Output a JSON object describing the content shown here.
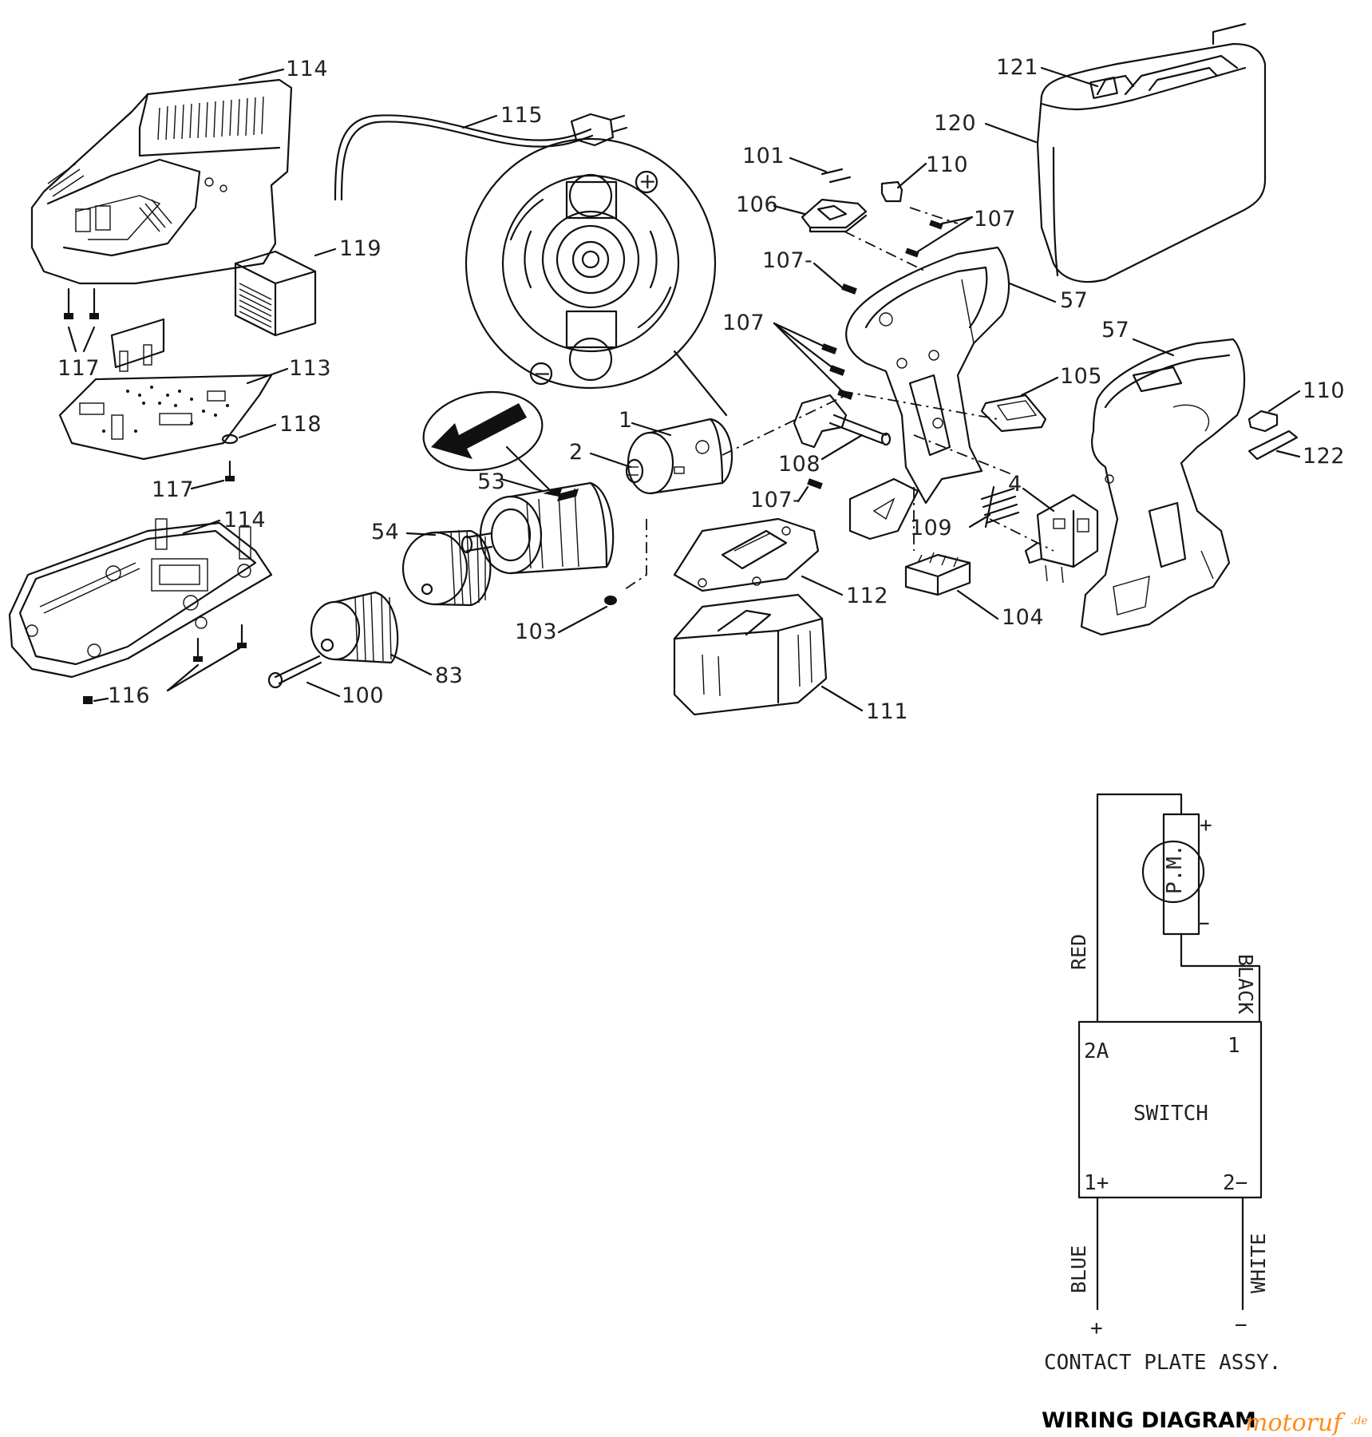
{
  "parts": {
    "p114a": "114",
    "p115": "115",
    "p119": "119",
    "p117a": "117",
    "p113": "113",
    "p118": "118",
    "p117b": "117",
    "p114b": "114",
    "p116": "116",
    "p100": "100",
    "p83": "83",
    "p54": "54",
    "p53": "53",
    "p103": "103",
    "p1": "1",
    "p2": "2",
    "p101": "101",
    "p106": "106",
    "p110a": "110",
    "p107a": "107",
    "p107b": "107-",
    "p107c": "107",
    "p57a": "57",
    "p57b": "57",
    "p105": "105",
    "p108": "108",
    "p107d": "107-",
    "p109": "109",
    "p4": "4",
    "p104": "104",
    "p112": "112",
    "p111": "111",
    "p121": "121",
    "p120": "120",
    "p110b": "110",
    "p122": "122"
  },
  "motor_symbols": {
    "plus": "+",
    "minus": "−"
  },
  "wiring": {
    "motor_label": "P.M.",
    "motor_plus": "+",
    "motor_minus": "−",
    "red": "RED",
    "black": "BLACK",
    "terminal_2a": "2A",
    "terminal_1": "1",
    "switch": "SWITCH",
    "terminal_1plus": "1+",
    "terminal_2minus": "2−",
    "blue": "BLUE",
    "white": "WHITE",
    "plate_plus": "+",
    "plate_minus": "−",
    "contact_plate": "CONTACT PLATE ASSY."
  },
  "caption": "WIRING DIAGRAM",
  "watermark": "motoruf",
  "watermark_suffix": ".de",
  "colors": {
    "ink": "#111111",
    "background": "#ffffff",
    "watermark": "#ff8c1a"
  }
}
